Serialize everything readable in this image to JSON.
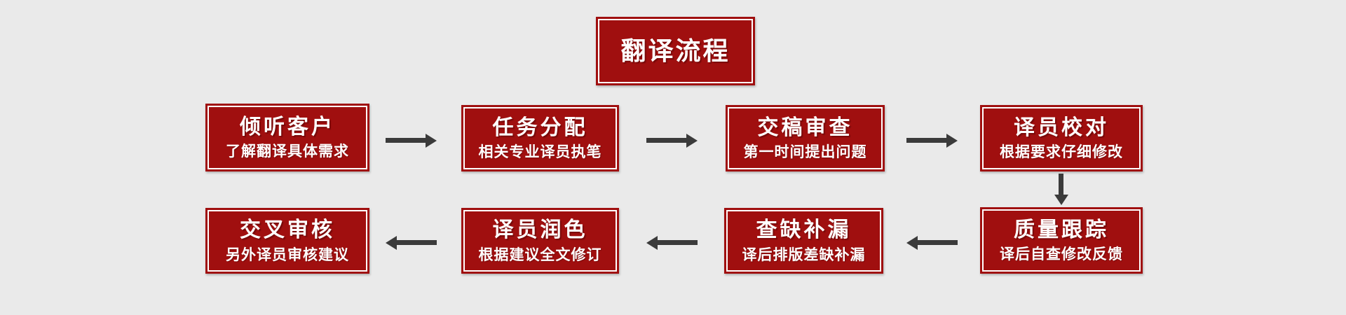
{
  "colors": {
    "background": "#EAEAEA",
    "box_red": "#A00F0F",
    "arrow": "#3B3B3B",
    "text": "#FFFFFF"
  },
  "title": {
    "label": "翻译流程"
  },
  "flow": {
    "row1": [
      {
        "title": "倾听客户",
        "subtitle": "了解翻译具体需求"
      },
      {
        "title": "任务分配",
        "subtitle": "相关专业译员执笔"
      },
      {
        "title": "交稿审查",
        "subtitle": "第一时间提出问题"
      },
      {
        "title": "译员校对",
        "subtitle": "根据要求仔细修改"
      }
    ],
    "row2": [
      {
        "title": "交叉审核",
        "subtitle": "另外译员审核建议"
      },
      {
        "title": "译员润色",
        "subtitle": "根据建议全文修订"
      },
      {
        "title": "查缺补漏",
        "subtitle": "译后排版差缺补漏"
      },
      {
        "title": "质量跟踪",
        "subtitle": "译后自查修改反馈"
      }
    ],
    "icons": {
      "right_arrows": 3,
      "left_arrows": 3,
      "down_arrows": 1
    }
  }
}
